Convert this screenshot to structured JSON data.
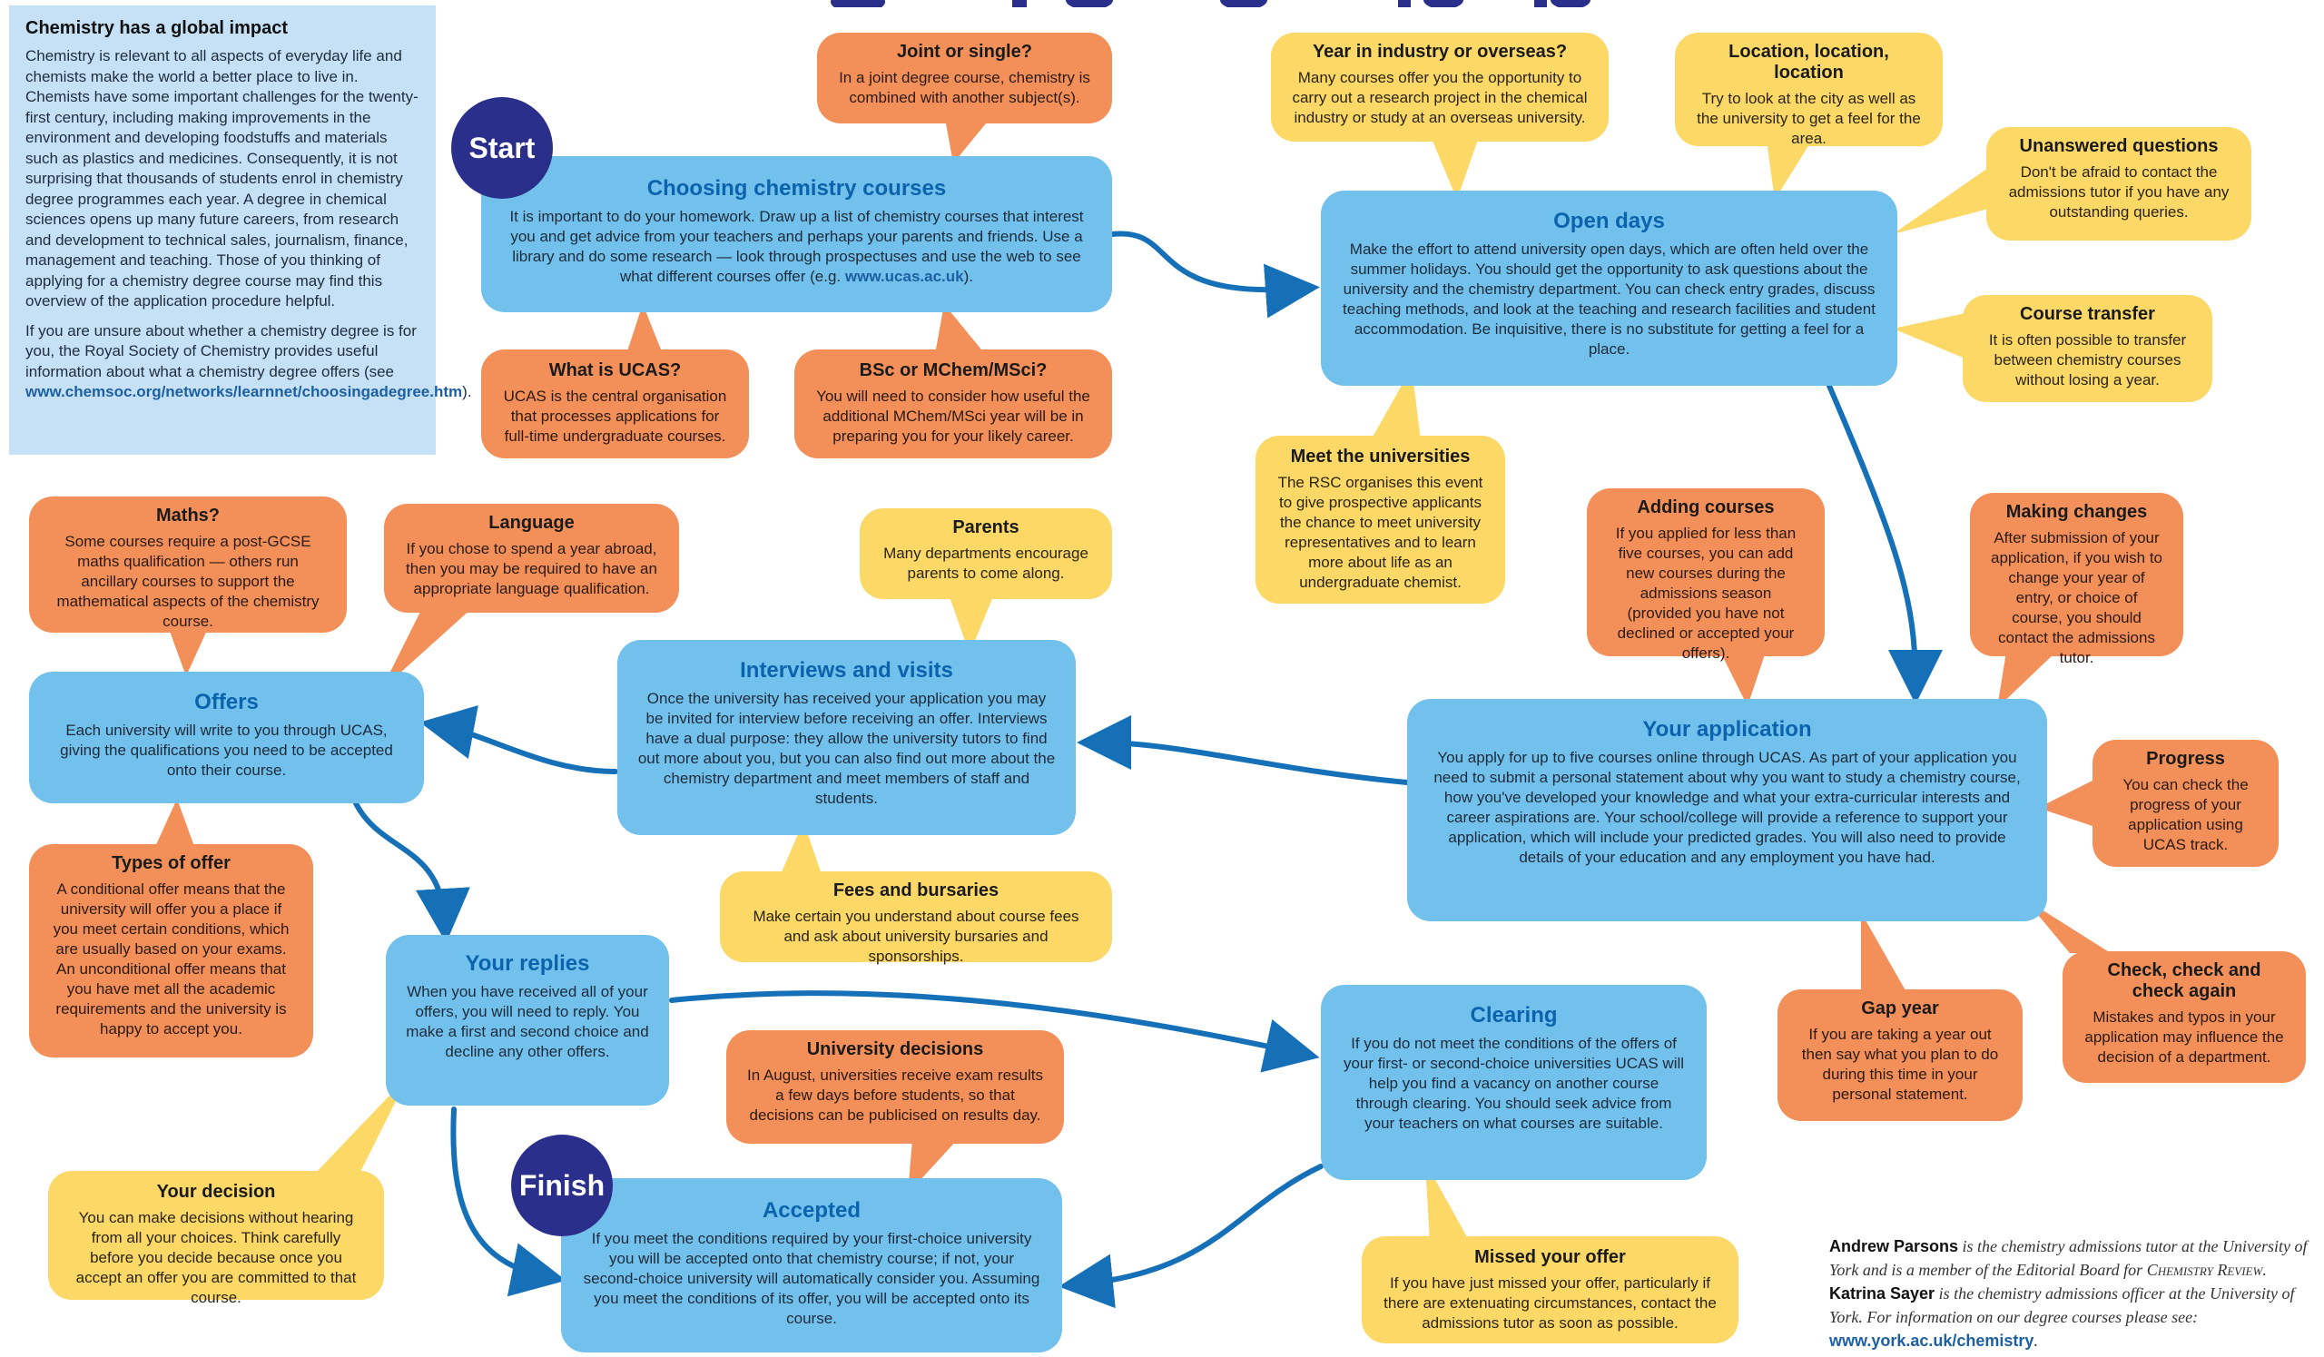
{
  "intro": {
    "title": "Chemistry has a global impact",
    "para1": "Chemistry is relevant to all aspects of everyday life and chemists make the world a better place to live in. Chemists have some important challenges for the twenty-first century, including making improvements in the environment and developing foodstuffs and materials such as plastics and medicines. Consequently, it is not surprising that thousands of students enrol in chemistry degree programmes each year. A degree in chemical sciences opens up many future careers, from research and development to technical sales, journalism, finance, management and teaching. Those of you thinking of applying for a chemistry degree course may find this overview of the application procedure helpful.",
    "para2_text": "If you are unsure about whether a chemistry degree is for you, the Royal Society of Chemistry provides useful information about what a chemistry degree offers (see ",
    "para2_link": "www.chemsoc.org/networks/learnnet/choosingadegree.htm",
    "para2_end": ")."
  },
  "markers": {
    "start": "Start",
    "finish": "Finish"
  },
  "steps": {
    "choosing": {
      "title": "Choosing chemistry courses",
      "text": "It is important to do your homework. Draw up a list of chemistry courses that interest you and get advice from your teachers and perhaps your parents and friends. Use a library and do some research — look through prospectuses and use the web to see what different courses offer (e.g. ",
      "link": "www.ucas.ac.uk",
      "end": ")."
    },
    "open_days": {
      "title": "Open days",
      "text": "Make the effort to attend university open days, which are often held over the summer holidays. You should get the opportunity to ask questions about the university and the chemistry department. You can check entry grades, discuss teaching methods, and look at the teaching and research facilities and student accommodation. Be inquisitive, there is no substitute for getting a feel for a place."
    },
    "application": {
      "title": "Your application",
      "text": "You apply for up to five courses online through UCAS. As part of your application you need to submit a personal statement about why you want to study a chemistry course, how you've developed your knowledge and what your extra-curricular interests and career aspirations are. Your school/college will provide a reference to support your application, which will include your predicted grades. You will also need to provide details of your education and any employment you have had."
    },
    "interviews": {
      "title": "Interviews and visits",
      "text": "Once the university has received your application you may be invited for interview before receiving an offer. Interviews have a dual purpose: they allow the university tutors to find out more about you, but you can also find out more about the chemistry department and meet members of staff and students."
    },
    "offers": {
      "title": "Offers",
      "text": "Each university will write to you through UCAS, giving the qualifications you need to be accepted onto their course."
    },
    "replies": {
      "title": "Your replies",
      "text": "When you have received all of your offers, you will need to reply. You make a first and second choice and decline any other offers."
    },
    "clearing": {
      "title": "Clearing",
      "text": "If you do not meet the conditions of the offers of your first- or second-choice universities UCAS will help you find a vacancy on another course through clearing. You should seek advice from your teachers on what courses are suitable."
    },
    "accepted": {
      "title": "Accepted",
      "text": "If you meet the conditions required by your first-choice university you will be accepted onto that chemistry course; if not, your second-choice university will automatically consider you. Assuming you meet the conditions of its offer, you will be accepted onto its course."
    }
  },
  "notes": {
    "joint": {
      "title": "Joint or single?",
      "text": "In a joint degree course, chemistry is combined with another subject(s)."
    },
    "ucas": {
      "title": "What is UCAS?",
      "text": "UCAS is the central organisation that processes applications for full-time undergraduate courses."
    },
    "bsc": {
      "title": "BSc or MChem/MSci?",
      "text": "You will need to consider how useful the additional MChem/MSci year will be in preparing you for your likely career."
    },
    "industry": {
      "title": "Year in industry or overseas?",
      "text": "Many courses offer you the opportunity to carry out a research project in the chemical industry or study at an overseas university."
    },
    "location": {
      "title": "Location, location, location",
      "text": "Try to look at the city as well as the university to get a feel for the area."
    },
    "unanswered": {
      "title": "Unanswered questions",
      "text": "Don't be afraid to contact the admissions tutor if you have any outstanding queries."
    },
    "transfer": {
      "title": "Course transfer",
      "text": "It is often possible to transfer between chemistry courses without losing a year."
    },
    "meet": {
      "title": "Meet the universities",
      "text": "The RSC organises this event to give prospective applicants the chance to meet university representatives and to learn more about life as an undergraduate chemist."
    },
    "adding": {
      "title": "Adding courses",
      "text": "If you applied for less than five courses, you can add new courses during the admissions season (provided you have not declined or accepted your offers)."
    },
    "changes": {
      "title": "Making changes",
      "text": "After submission of your application, if you wish to change your year of entry, or choice of course, you should contact the admissions tutor."
    },
    "progress": {
      "title": "Progress",
      "text": "You can check the progress of your application using UCAS track."
    },
    "check": {
      "title": "Check, check and check again",
      "text": "Mistakes and typos in your application may influence the decision of a department."
    },
    "gap": {
      "title": "Gap year",
      "text": "If you are taking a year out then say what you plan to do during this time in your personal statement."
    },
    "maths": {
      "title": "Maths?",
      "text": "Some courses require a post-GCSE maths qualification — others run ancillary courses to support the mathematical aspects of the chemistry course."
    },
    "language": {
      "title": "Language",
      "text": "If you chose to spend a year abroad, then you may be required to have an appropriate language qualification."
    },
    "parents": {
      "title": "Parents",
      "text": "Many departments encourage parents to come along."
    },
    "fees": {
      "title": "Fees and bursaries",
      "text": "Make certain you understand about course fees and ask about university bursaries and sponsorships."
    },
    "types": {
      "title": "Types of offer",
      "text": "A conditional offer means that the university will offer you a place if you meet certain conditions, which are usually based on your exams. An unconditional offer means that you have met all the academic requirements and the university is happy to accept you."
    },
    "decisions": {
      "title": "University decisions",
      "text": "In August, universities receive exam results a few days before students, so that decisions can be publicised on results day."
    },
    "decision": {
      "title": "Your decision",
      "text": "You can make decisions without hearing from all your choices. Think carefully before you decide because once you accept an offer you are committed to that course."
    },
    "missed": {
      "title": "Missed your offer",
      "text": "If you have just missed your offer, particularly if there are extenuating circumstances, contact the admissions tutor as soon as possible."
    }
  },
  "credits": {
    "name1": "Andrew Parsons",
    "text1": " is the chemistry admissions tutor at the University of York and is a member of the Editorial Board for ",
    "journal": "Chemistry Review",
    "text2": ". ",
    "name2": "Katrina Sayer",
    "text3": " is the chemistry admissions officer at the University of York. For information on our degree courses please see: ",
    "link": "www.york.ac.uk/chemistry",
    "end": "."
  },
  "colors": {
    "main": "#72c1ec",
    "orange": "#f39059",
    "yellow": "#fcd867",
    "arrow": "#1570b8",
    "marker": "#2a2f8c"
  }
}
